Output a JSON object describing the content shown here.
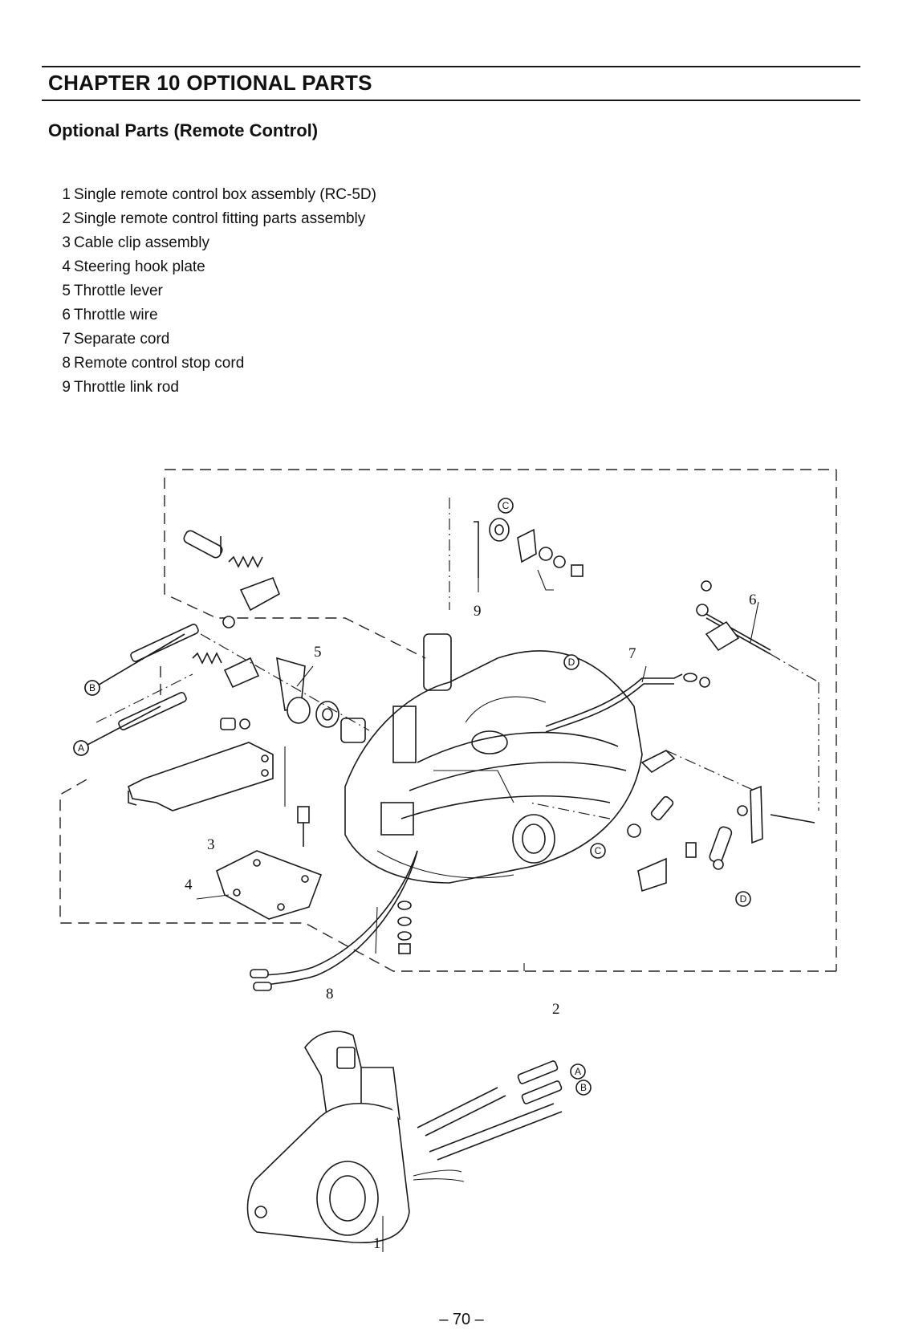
{
  "header": {
    "chapter_title": "CHAPTER 10 OPTIONAL PARTS",
    "section_title": "Optional Parts (Remote Control)"
  },
  "parts_list": [
    {
      "num": "1",
      "name": "Single remote control box assembly (RC-5D)"
    },
    {
      "num": "2",
      "name": "Single remote control fitting parts assembly"
    },
    {
      "num": "3",
      "name": "Cable clip assembly"
    },
    {
      "num": "4",
      "name": "Steering hook plate"
    },
    {
      "num": "5",
      "name": "Throttle lever"
    },
    {
      "num": "6",
      "name": "Throttle wire"
    },
    {
      "num": "7",
      "name": "Separate cord"
    },
    {
      "num": "8",
      "name": "Remote control stop cord"
    },
    {
      "num": "9",
      "name": "Throttle link rod"
    }
  ],
  "diagram": {
    "callouts": [
      "1",
      "2",
      "3",
      "4",
      "5",
      "6",
      "7",
      "8",
      "9"
    ],
    "circled_letters": [
      "A",
      "B",
      "C",
      "D"
    ]
  },
  "footer": {
    "page_number": "– 70 –"
  }
}
